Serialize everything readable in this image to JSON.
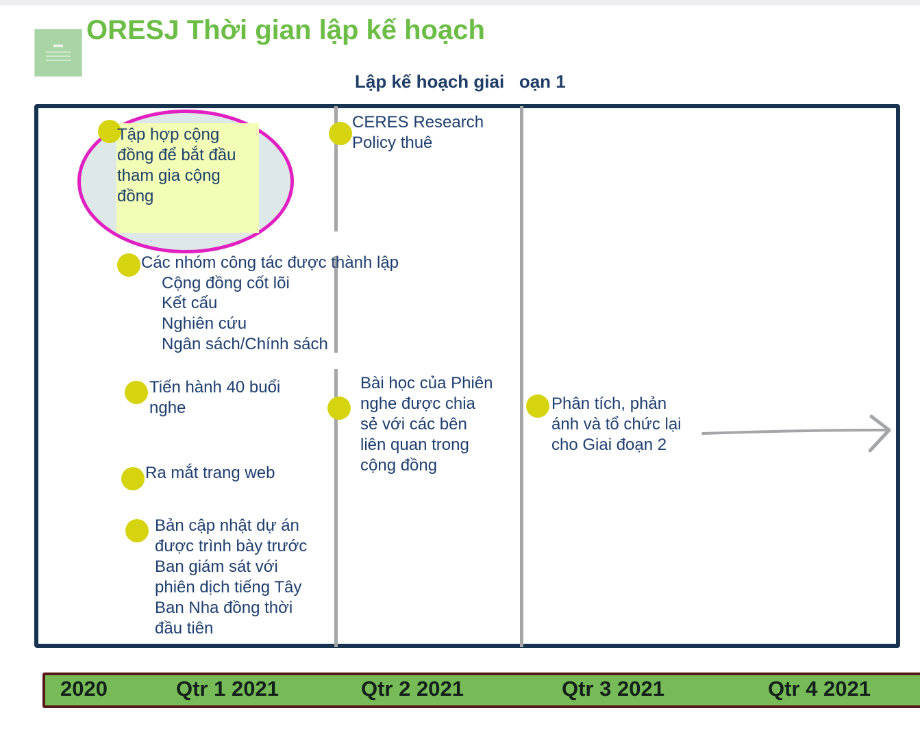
{
  "header": {
    "title": "ORESJ Thời gian lập kế hoạch",
    "subtitle": "Lập kế hoạch giai   oạn 1",
    "logo_icon": "green-square-logo-icon",
    "title_color": "#6cbd45",
    "subtitle_color": "#1f3d66"
  },
  "milestones": {
    "community": "Tập hợp cộng\nđồng để bắt đầu\ntham gia cộng\nđồng",
    "ceres": "CERES Research\nPolicy thuê",
    "working_groups": "Các nhóm công tác được thành lập",
    "wg_items": [
      "Cộng đồng cốt lõi",
      "Kết cấu",
      "Nghiên cứu",
      "Ngân sách/Chính sách"
    ],
    "listening": "Tiến hành 40 buổi\nnghe",
    "lessons": "Bài học của Phiên\nnghe được chia\nsẻ với các bên\nliên quan trong\ncộng đồng",
    "analysis": "Phân tích, phản\nánh và tổ chức lại\ncho Giai đoạn 2",
    "website": "Ra mắt trang web",
    "update": "Bản cập nhật dự án\nđược trình bày trước\nBan giám sát với\nphiên dịch tiếng Tây\nBan Nha đồng thời\nđầu tiên"
  },
  "timeline": {
    "ticks": [
      "2020",
      "Qtr 1 2021",
      "Qtr 2 2021",
      "Qtr 3 2021",
      "Qtr 4 2021"
    ],
    "bar_color": "#76bb58",
    "bar_border_color": "#571818"
  },
  "colors": {
    "dot": "#d6d40e",
    "highlight_ring": "#e020c0",
    "frame": "#183350",
    "divider": "#a5a6a7",
    "text": "#1e3e6e"
  }
}
